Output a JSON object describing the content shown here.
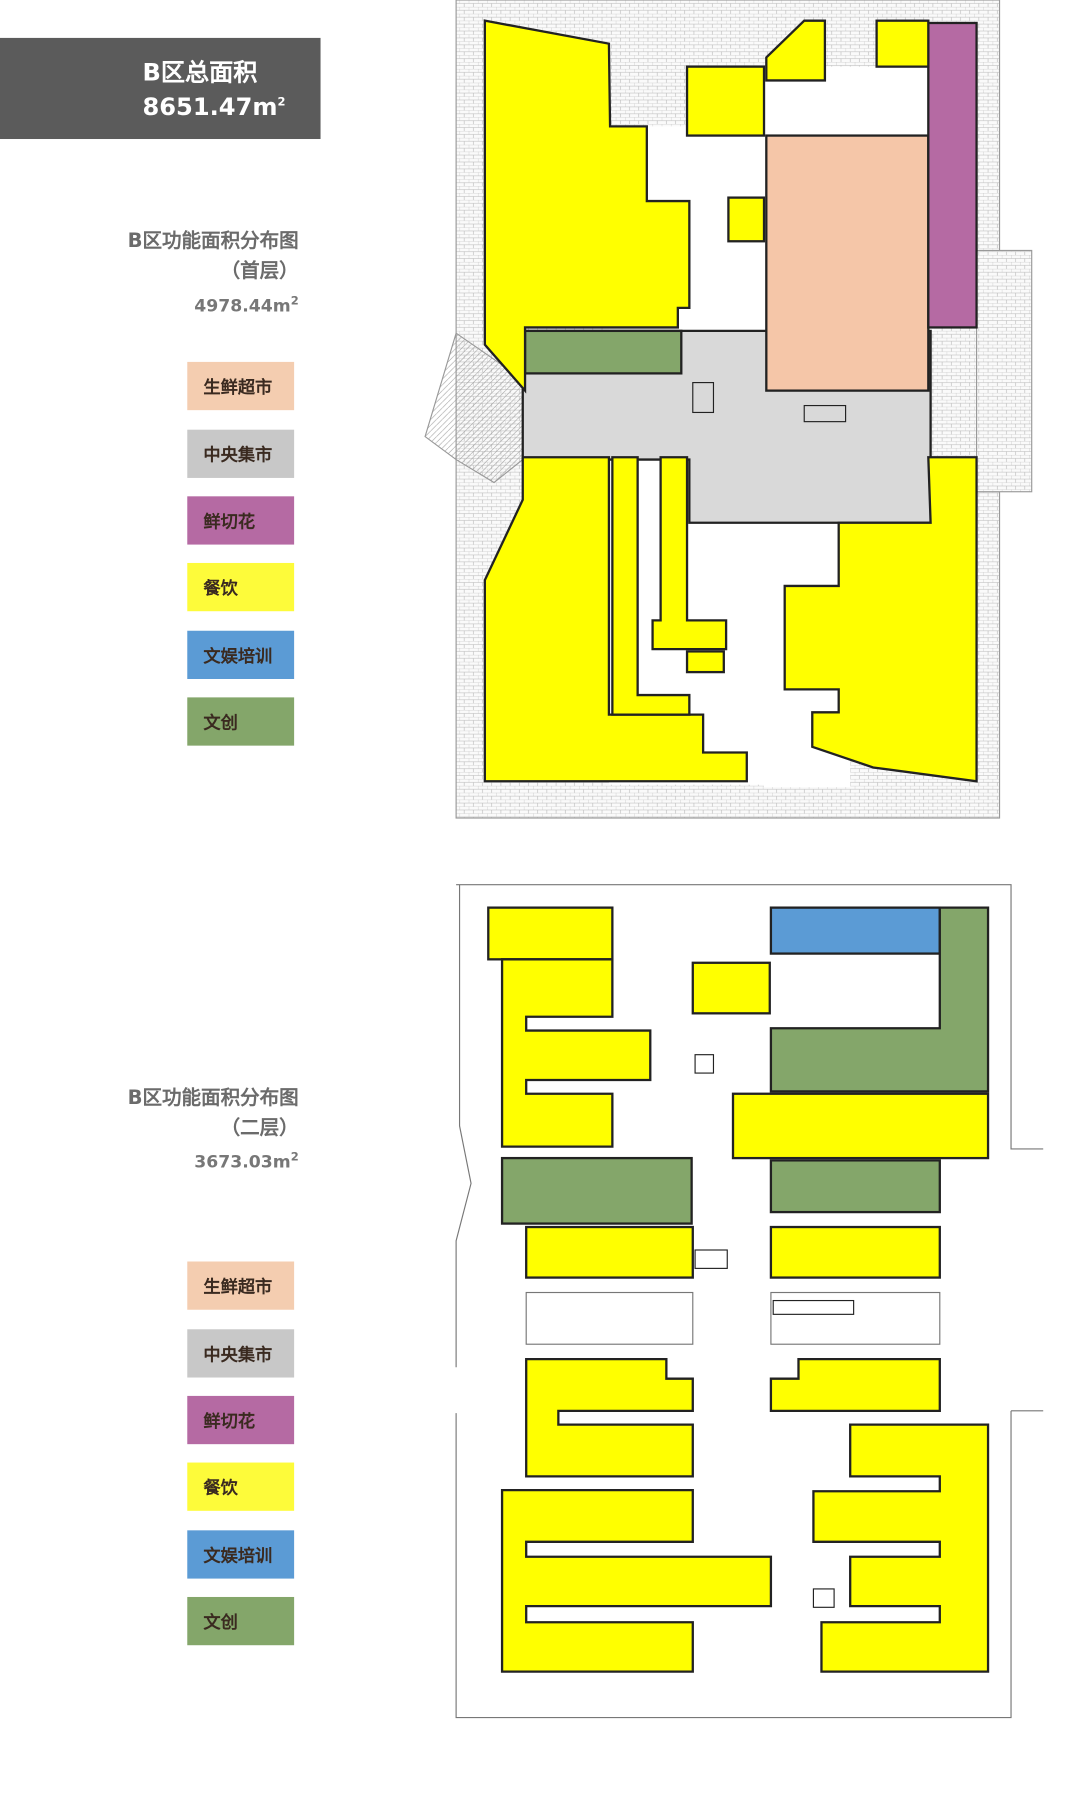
{
  "header": {
    "title": "B区总面积",
    "total_area": "8651.47m",
    "unit_sup": "2"
  },
  "floors": [
    {
      "title": "B区功能面积分布图",
      "floor_label": "（首层）",
      "area": "4978.44m",
      "unit_sup": "2"
    },
    {
      "title": "B区功能面积分布图",
      "floor_label": "（二层）",
      "area": "3673.03m",
      "unit_sup": "2"
    }
  ],
  "legend": [
    {
      "label": "生鲜超市",
      "color": "#f4cdb0"
    },
    {
      "label": "中央集市",
      "color": "#c8c8c8"
    },
    {
      "label": "鲜切花",
      "color": "#b56aa3"
    },
    {
      "label": "餐饮",
      "color": "#fdfb3a"
    },
    {
      "label": "文娱培训",
      "color": "#5b9bd5"
    },
    {
      "label": "文创",
      "color": "#84a66a"
    }
  ],
  "colors": {
    "yellow": "#ffff00",
    "peach": "#f5c6a8",
    "grey": "#d9d9d9",
    "purple": "#b56aa3",
    "blue": "#5b9bd5",
    "green": "#84a66a"
  }
}
